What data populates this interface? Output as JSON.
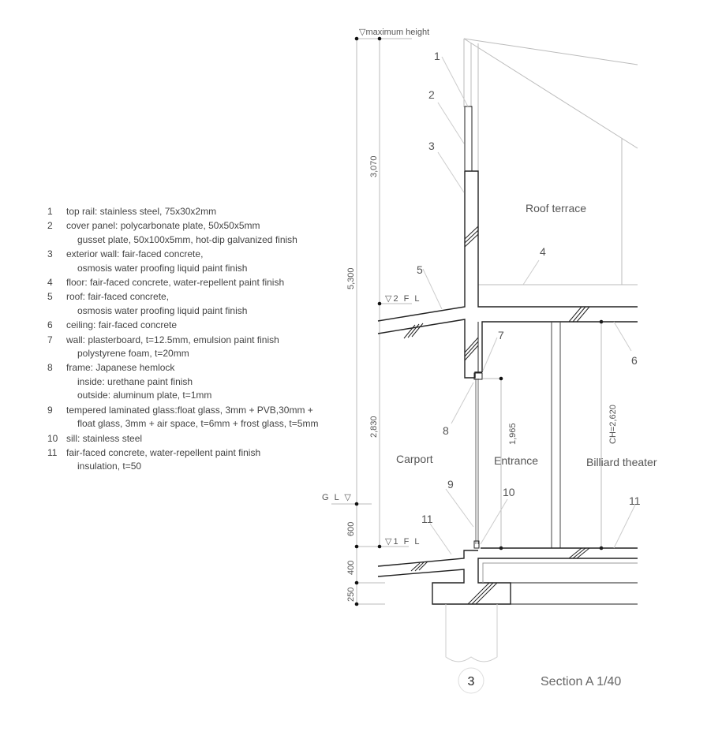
{
  "legend": [
    {
      "num": "1",
      "lines": [
        "top rail: stainless steel, 75x30x2mm"
      ]
    },
    {
      "num": "2",
      "lines": [
        "cover panel: polycarbonate plate, 50x50x5mm",
        "gusset plate, 50x100x5mm, hot-dip galvanized finish"
      ]
    },
    {
      "num": "3",
      "lines": [
        "exterior wall: fair-faced concrete,",
        "osmosis water proofing liquid paint finish"
      ]
    },
    {
      "num": "4",
      "lines": [
        "floor: fair-faced concrete, water-repellent paint finish"
      ]
    },
    {
      "num": "5",
      "lines": [
        "roof: fair-faced concrete,",
        "osmosis water proofing liquid paint finish"
      ]
    },
    {
      "num": "6",
      "lines": [
        "ceiling: fair-faced concrete"
      ]
    },
    {
      "num": "7",
      "lines": [
        "wall: plasterboard, t=12.5mm, emulsion paint finish",
        "polystyrene foam, t=20mm"
      ]
    },
    {
      "num": "8",
      "lines": [
        "frame: Japanese hemlock",
        "inside: urethane paint finish",
        "outside: aluminum plate, t=1mm"
      ]
    },
    {
      "num": "9",
      "lines": [
        "tempered laminated glass:float glass, 3mm + PVB,30mm +",
        "float glass, 3mm + air space, t=6mm + frost glass, t=5mm"
      ]
    },
    {
      "num": "10",
      "lines": [
        "sill: stainless steel"
      ]
    },
    {
      "num": "11",
      "lines": [
        "fair-faced concrete, water-repellent paint finish",
        "insulation, t=50"
      ]
    }
  ],
  "levels": {
    "max": "▽maximum height",
    "fl2": "▽2 F L",
    "fl1": "▽1 F L",
    "gl": "G L ▽"
  },
  "dims": {
    "total": "5,300",
    "upper": "3,070",
    "lower": "2,830",
    "gl": "600",
    "slab": "400",
    "footing": "250",
    "opening": "1,965",
    "ch": "CH=2,620"
  },
  "rooms": {
    "roof_terrace": "Roof terrace",
    "carport": "Carport",
    "entrance": "Entrance",
    "billiard": "Billiard theater"
  },
  "callouts": [
    "1",
    "2",
    "3",
    "4",
    "5",
    "6",
    "7",
    "8",
    "9",
    "10",
    "11",
    "11"
  ],
  "title": {
    "number": "3",
    "label": "Section A  1/40"
  }
}
